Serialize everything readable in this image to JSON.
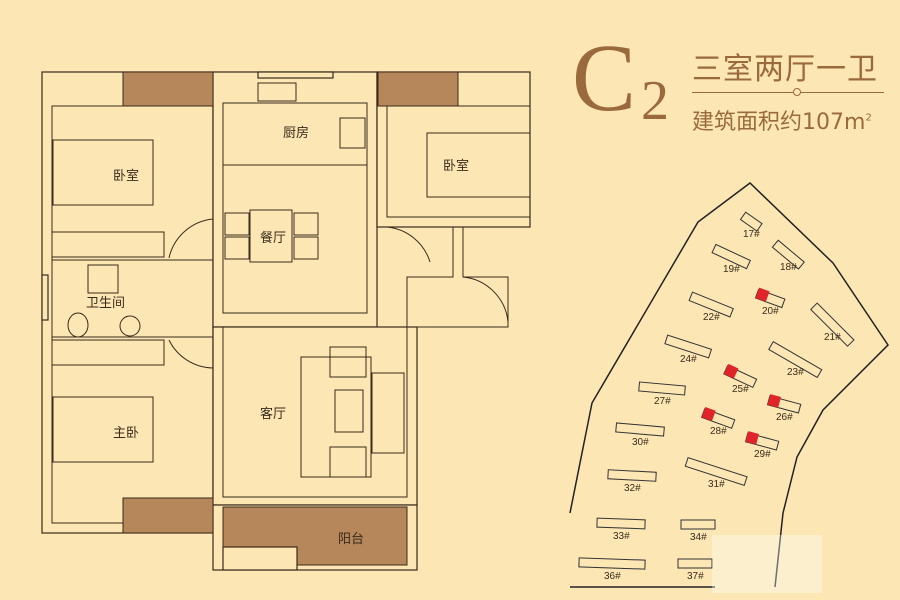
{
  "header": {
    "unit_letter": "C",
    "unit_number": "2",
    "layout_type": "三室两厅一卫",
    "area_label": "建筑面积约",
    "area_value": "107",
    "area_unit": "m",
    "area_unit_sup": "2"
  },
  "rooms": {
    "kitchen": "厨房",
    "bedroom_left": "卧室",
    "bedroom_right": "卧室",
    "dining": "餐厅",
    "bathroom": "卫生间",
    "living": "客厅",
    "master_bedroom": "主卧",
    "balcony": "阳台"
  },
  "site_map": {
    "buildings": [
      {
        "label": "17#",
        "highlighted": false
      },
      {
        "label": "18#",
        "highlighted": false
      },
      {
        "label": "19#",
        "highlighted": false
      },
      {
        "label": "20#",
        "highlighted": true
      },
      {
        "label": "21#",
        "highlighted": false
      },
      {
        "label": "22#",
        "highlighted": false
      },
      {
        "label": "23#",
        "highlighted": false
      },
      {
        "label": "24#",
        "highlighted": false
      },
      {
        "label": "25#",
        "highlighted": true
      },
      {
        "label": "26#",
        "highlighted": true
      },
      {
        "label": "27#",
        "highlighted": false
      },
      {
        "label": "28#",
        "highlighted": true
      },
      {
        "label": "29#",
        "highlighted": true
      },
      {
        "label": "30#",
        "highlighted": false
      },
      {
        "label": "31#",
        "highlighted": false
      },
      {
        "label": "32#",
        "highlighted": false
      },
      {
        "label": "33#",
        "highlighted": false
      },
      {
        "label": "34#",
        "highlighted": false
      },
      {
        "label": "36#",
        "highlighted": false
      },
      {
        "label": "37#",
        "highlighted": false
      }
    ]
  },
  "colors": {
    "background": "#fbe6b4",
    "title": "#9b6a3c",
    "window_brown": "#b5875a",
    "highlight": "#e0242a"
  }
}
